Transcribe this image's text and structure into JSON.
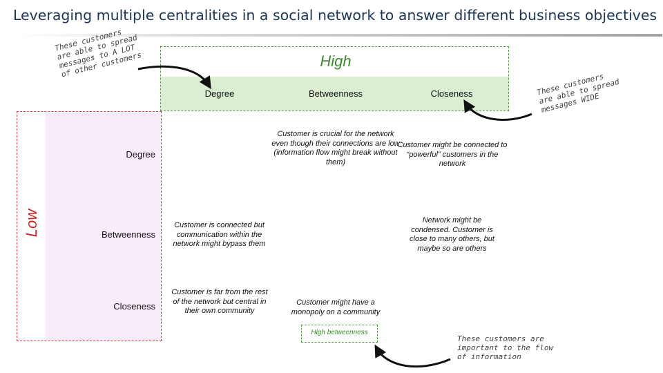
{
  "title": "Leveraging multiple centralities in a social network to answer different business objectives",
  "high_label": "High",
  "low_label": "Low",
  "columns": [
    "Degree",
    "Betweenness",
    "Closeness"
  ],
  "rows": [
    "Degree",
    "Betweenness",
    "Closeness"
  ],
  "cells": {
    "degree_betweenness": "Customer is crucial for the network even though their connections are low (information flow might break without them)",
    "degree_closeness": "Customer might be connected to “powerful” customers in the network",
    "betweenness_degree": "Customer is connected but communication within the network might bypass them",
    "betweenness_closeness": "Network might be condensed. Customer is close to many others, but maybe so are others",
    "closeness_degree": "Customer is far from the rest of the network but central in their own community",
    "closeness_betweenness": "Customer might have a monopoly on a community"
  },
  "highlight_label": "High betweenness",
  "annotations": {
    "degree_note": "These customers\nare able to spread\nmessages to A LOT\nof other customers",
    "closeness_note": "These customers\nare able to spread\nmessages WIDE",
    "betweenness_note": "These customers are\nimportant to the flow\nof information"
  }
}
